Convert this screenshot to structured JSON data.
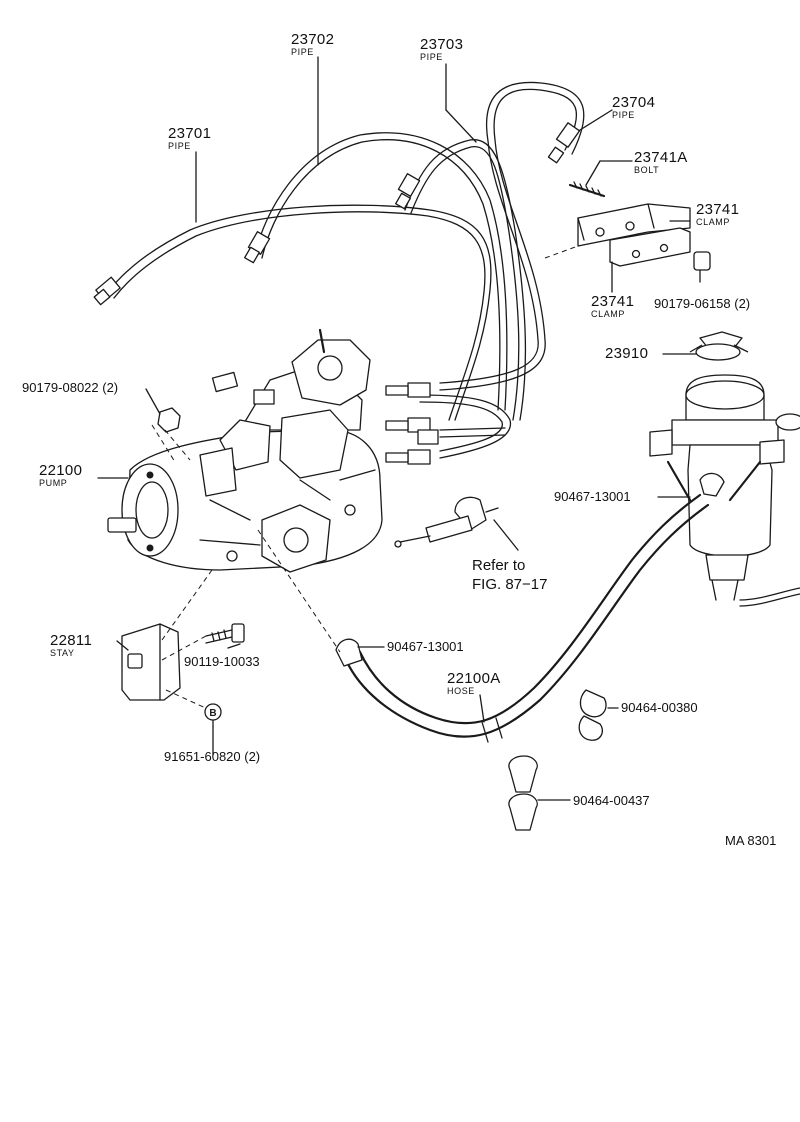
{
  "callouts": [
    {
      "id": "p23702",
      "number": "23702",
      "name": "PIPE"
    },
    {
      "id": "p23703",
      "number": "23703",
      "name": "PIPE"
    },
    {
      "id": "p23704",
      "number": "23704",
      "name": "PIPE"
    },
    {
      "id": "p23701",
      "number": "23701",
      "name": "PIPE"
    },
    {
      "id": "p23741A",
      "number": "23741A",
      "name": "BOLT"
    },
    {
      "id": "p23741a",
      "number": "23741",
      "name": "CLAMP"
    },
    {
      "id": "p23741b",
      "number": "23741",
      "name": "CLAMP"
    },
    {
      "id": "p90179_06158",
      "number": "90179-06158 (2)",
      "name": ""
    },
    {
      "id": "p23910",
      "number": "23910",
      "name": ""
    },
    {
      "id": "p90179_08022",
      "number": "90179-08022 (2)",
      "name": ""
    },
    {
      "id": "p22100",
      "number": "22100",
      "name": "PUMP"
    },
    {
      "id": "p90467_13001a",
      "number": "90467-13001",
      "name": ""
    },
    {
      "id": "p22811",
      "number": "22811",
      "name": "STAY"
    },
    {
      "id": "p90119_10033",
      "number": "90119-10033",
      "name": ""
    },
    {
      "id": "p90467_13001b",
      "number": "90467-13001",
      "name": ""
    },
    {
      "id": "p22100A",
      "number": "22100A",
      "name": "HOSE"
    },
    {
      "id": "p90464_00380",
      "number": "90464-00380",
      "name": ""
    },
    {
      "id": "p91651_60820",
      "number": "91651-60820 (2)",
      "name": ""
    },
    {
      "id": "p90464_00437",
      "number": "90464-00437",
      "name": ""
    }
  ],
  "reference": {
    "line1": "Refer to",
    "line2": "FIG. 87−17"
  },
  "marker_letter": "B",
  "drawing_code": "MA 8301"
}
